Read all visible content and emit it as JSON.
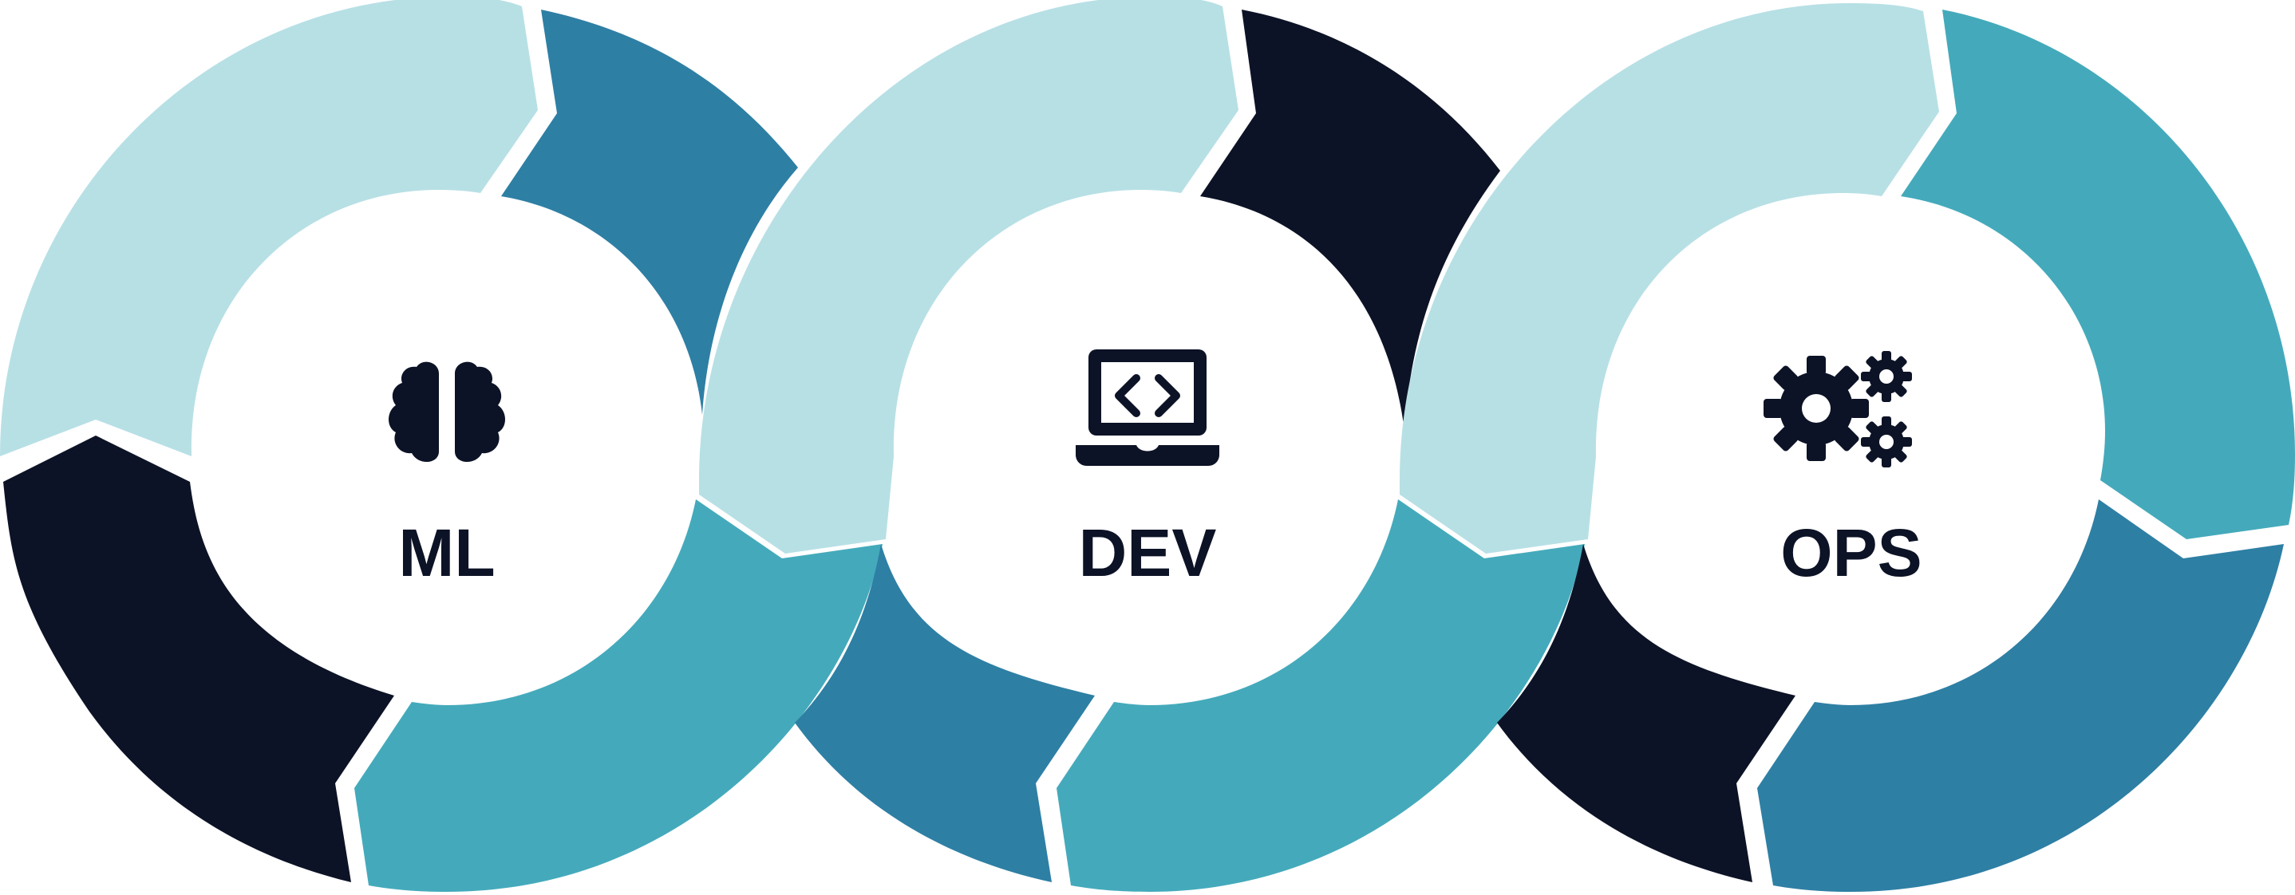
{
  "diagram": {
    "colors": {
      "light": "#b7e0e5",
      "teal": "#44aabb",
      "blue": "#2e7fa4",
      "navy": "#0d1326",
      "white": "#ffffff"
    },
    "rings": [
      {
        "label": "ML",
        "icon": "brain-icon"
      },
      {
        "label": "DEV",
        "icon": "laptop-code-icon"
      },
      {
        "label": "OPS",
        "icon": "gears-icon"
      }
    ]
  }
}
